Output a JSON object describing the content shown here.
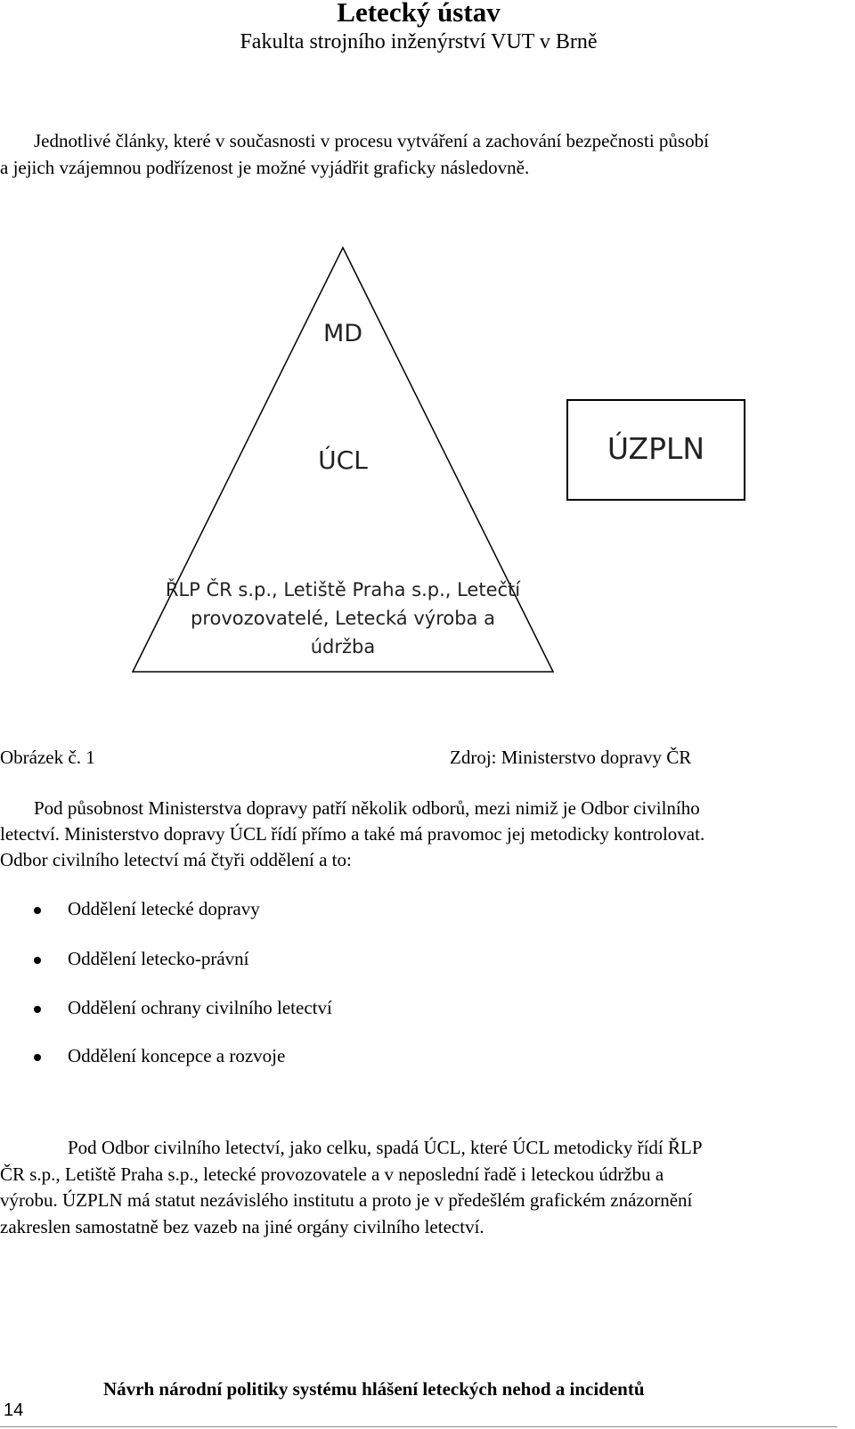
{
  "header": {
    "title": "Letecký ústav",
    "subtitle": "Fakulta strojního inženýrství VUT v Brně"
  },
  "intro": {
    "line1": "Jednotlivé články, které v současnosti v procesu vytváření a zachování bezpečnosti působí",
    "line2": "a jejich vzájemnou podřízenost je možné vyjádřit graficky následovně."
  },
  "diagram": {
    "pyramid_top_label": "MD",
    "pyramid_middle_label": "ÚCL",
    "pyramid_bottom_line1": "ŘLP ČR s.p., Letiště Praha s.p., Letečtí",
    "pyramid_bottom_line2": "provozovatelé, Letecká výroba a",
    "pyramid_bottom_line3": "údržba",
    "box_label": "ÚZPLN"
  },
  "caption": {
    "figure": "Obrázek č. 1",
    "source": "Zdroj: Ministerstvo dopravy ČR"
  },
  "paragraph1": {
    "line1": "Pod působnost Ministerstva dopravy patří několik odborů, mezi nimiž je Odbor civilního",
    "line2": "letectví. Ministerstvo dopravy ÚCL řídí přímo a také má pravomoc jej metodicky kontrolovat.",
    "line3": "Odbor civilního letectví má čtyři oddělení a to:"
  },
  "departments": [
    "Oddělení letecké dopravy",
    "Oddělení letecko-právní",
    "Oddělení ochrany civilního letectví",
    "Oddělení koncepce a rozvoje"
  ],
  "paragraph2": {
    "line1": "Pod Odbor civilního letectví, jako celku, spadá ÚCL, které ÚCL metodicky řídí ŘLP",
    "line2": "ČR s.p., Letiště Praha s.p., letecké provozovatele a v neposlední řadě i leteckou údržbu a",
    "line3": "výrobu. ÚZPLN má statut nezávislého institutu a proto je v předešlém grafickém znázornění",
    "line4": "zakreslen samostatně bez vazeb na jiné orgány civilního letectví."
  },
  "footer": {
    "title": "Návrh národní politiky systému hlášení leteckých nehod a incidentů",
    "page_number": "14"
  }
}
